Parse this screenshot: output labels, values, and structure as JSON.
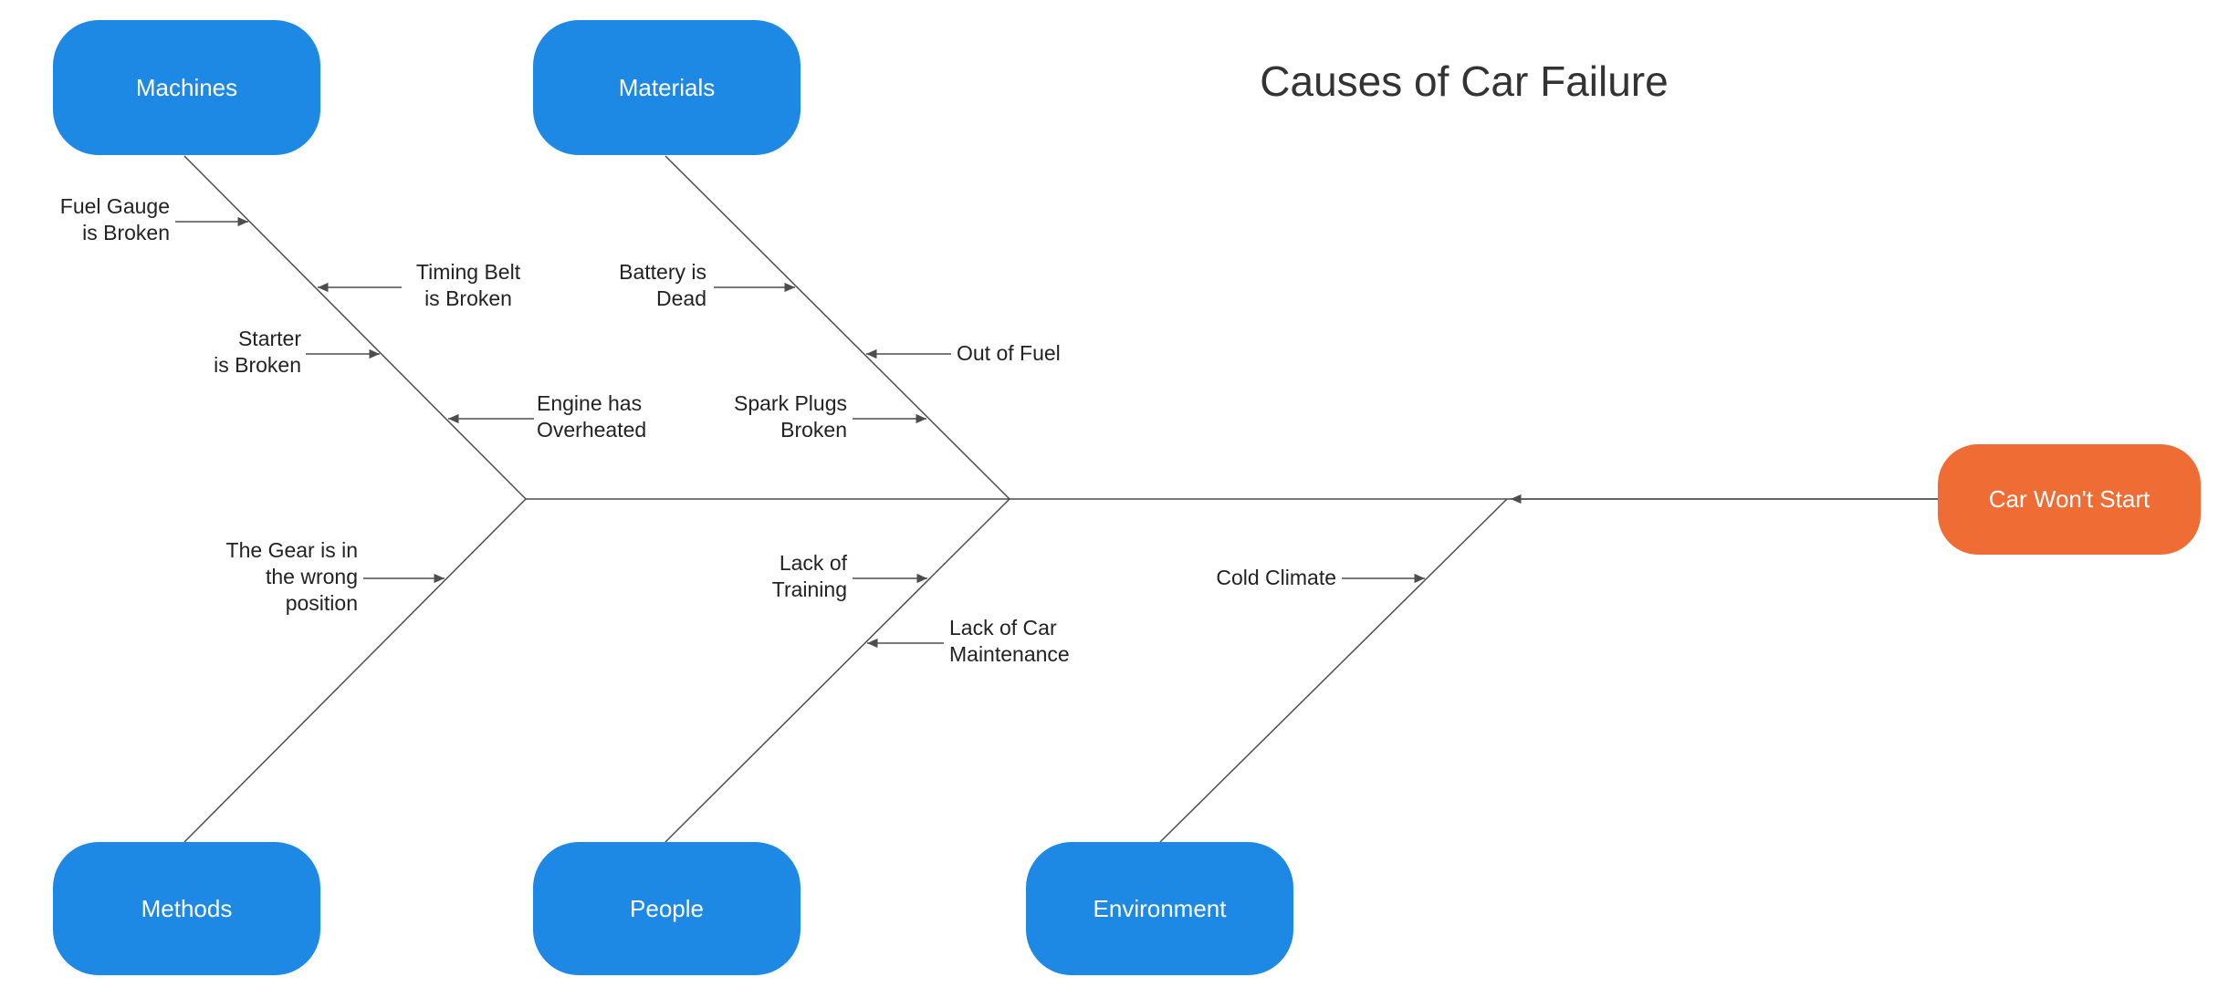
{
  "title": "Causes of Car Failure",
  "effect": {
    "label": "Car Won't Start"
  },
  "colors": {
    "category_fill": "#1e88e5",
    "effect_fill": "#ef6c35",
    "line": "#4d4d4d",
    "title_text": "#333333",
    "label_text": "#222222"
  },
  "categories": [
    {
      "label": "Machines"
    },
    {
      "label": "Materials"
    },
    {
      "label": "Methods"
    },
    {
      "label": "People"
    },
    {
      "label": "Environment"
    }
  ],
  "causes": [
    {
      "label": "Fuel Gauge\nis Broken",
      "category": "Machines"
    },
    {
      "label": "Timing Belt\nis Broken",
      "category": "Machines"
    },
    {
      "label": "Starter\nis Broken",
      "category": "Machines"
    },
    {
      "label": "Engine has\nOverheated",
      "category": "Machines"
    },
    {
      "label": "Battery is\nDead",
      "category": "Materials"
    },
    {
      "label": "Out of Fuel",
      "category": "Materials"
    },
    {
      "label": "Spark Plugs\nBroken",
      "category": "Materials"
    },
    {
      "label": "The Gear is in\nthe wrong\nposition",
      "category": "Methods"
    },
    {
      "label": "Lack of\nTraining",
      "category": "People"
    },
    {
      "label": "Lack of Car\nMaintenance",
      "category": "People"
    },
    {
      "label": "Cold Climate",
      "category": "Environment"
    }
  ]
}
